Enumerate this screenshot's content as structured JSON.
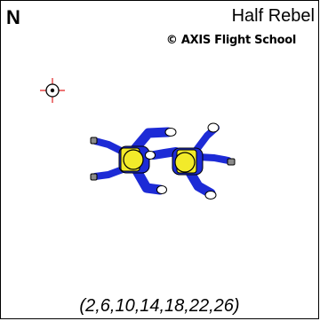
{
  "header": {
    "north": "N",
    "title": "Half Rebel",
    "copyright": "© AXIS Flight School"
  },
  "footer": {
    "sequence": "(2,6,10,14,18,22,26)"
  },
  "colors": {
    "jumpsuit": "#1d2bd6",
    "container": "#f2ea2a",
    "hand": "#ffffff",
    "foot": "#8a8a8a",
    "target": "#e02020"
  },
  "icons": {
    "target": "crosshair-target-icon"
  }
}
